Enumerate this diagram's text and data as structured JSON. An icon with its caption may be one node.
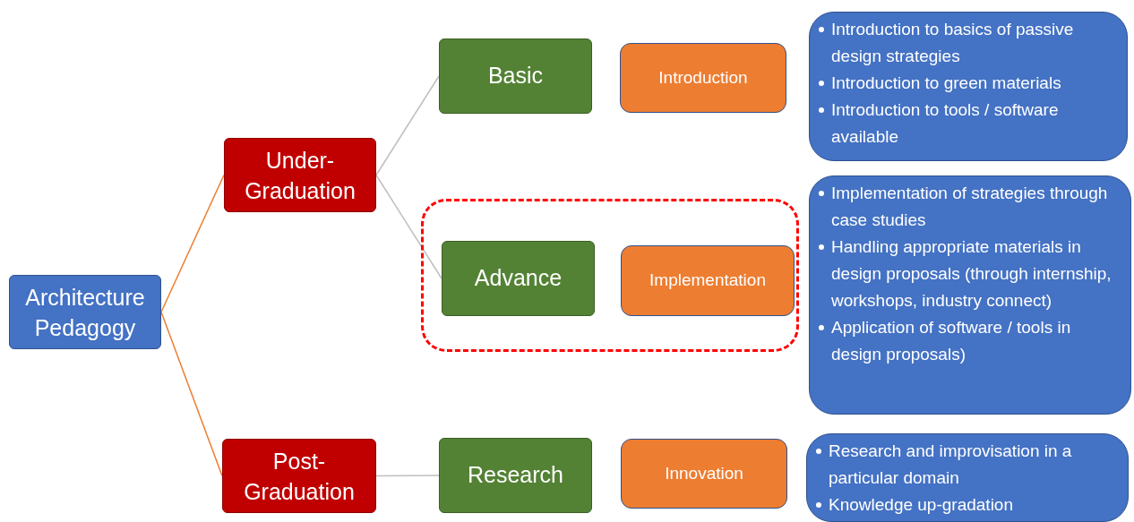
{
  "diagram": {
    "nodes": [
      {
        "text": [
          "Architecture Pedagogy"
        ]
      },
      {
        "text": [
          "Under-Graduation"
        ]
      },
      {
        "text": [
          "Post-Graduation"
        ]
      },
      {
        "text": [
          "Basic"
        ]
      },
      {
        "text": [],
        "shape": "box"
      },
      {
        "text": [
          "Advance"
        ],
        "in": 4
      },
      {
        "text": [
          "Implementation"
        ],
        "in": 4
      },
      {
        "text": [
          "Research"
        ]
      },
      {
        "text": [
          "Introduction"
        ]
      },
      {
        "text": [
          "Innovation"
        ]
      },
      {
        "text": [
          "Introduction to basics of passive design strategies",
          "Introduction to green materials",
          "Introduction to tools / software available"
        ]
      },
      {
        "text": [
          "Implementation of strategies through case studies",
          "Handling appropriate materials in design proposals (through internship, workshops, industry connect)",
          "Application of software / tools in design proposals)"
        ]
      },
      {
        "text": [
          "Research and improvisation in a particular domain",
          "Knowledge up-gradation"
        ]
      }
    ],
    "edges": [
      {
        "from": 0,
        "to": 1,
        "arrow": "none",
        "color": "#ed7d31"
      },
      {
        "from": 0,
        "to": 2,
        "arrow": "none",
        "color": "#ed7d31"
      },
      {
        "from": 1,
        "to": 3,
        "arrow": "none"
      },
      {
        "from": 1,
        "to": 5,
        "arrow": "none"
      },
      {
        "from": 2,
        "to": 7,
        "arrow": "none"
      }
    ]
  }
}
